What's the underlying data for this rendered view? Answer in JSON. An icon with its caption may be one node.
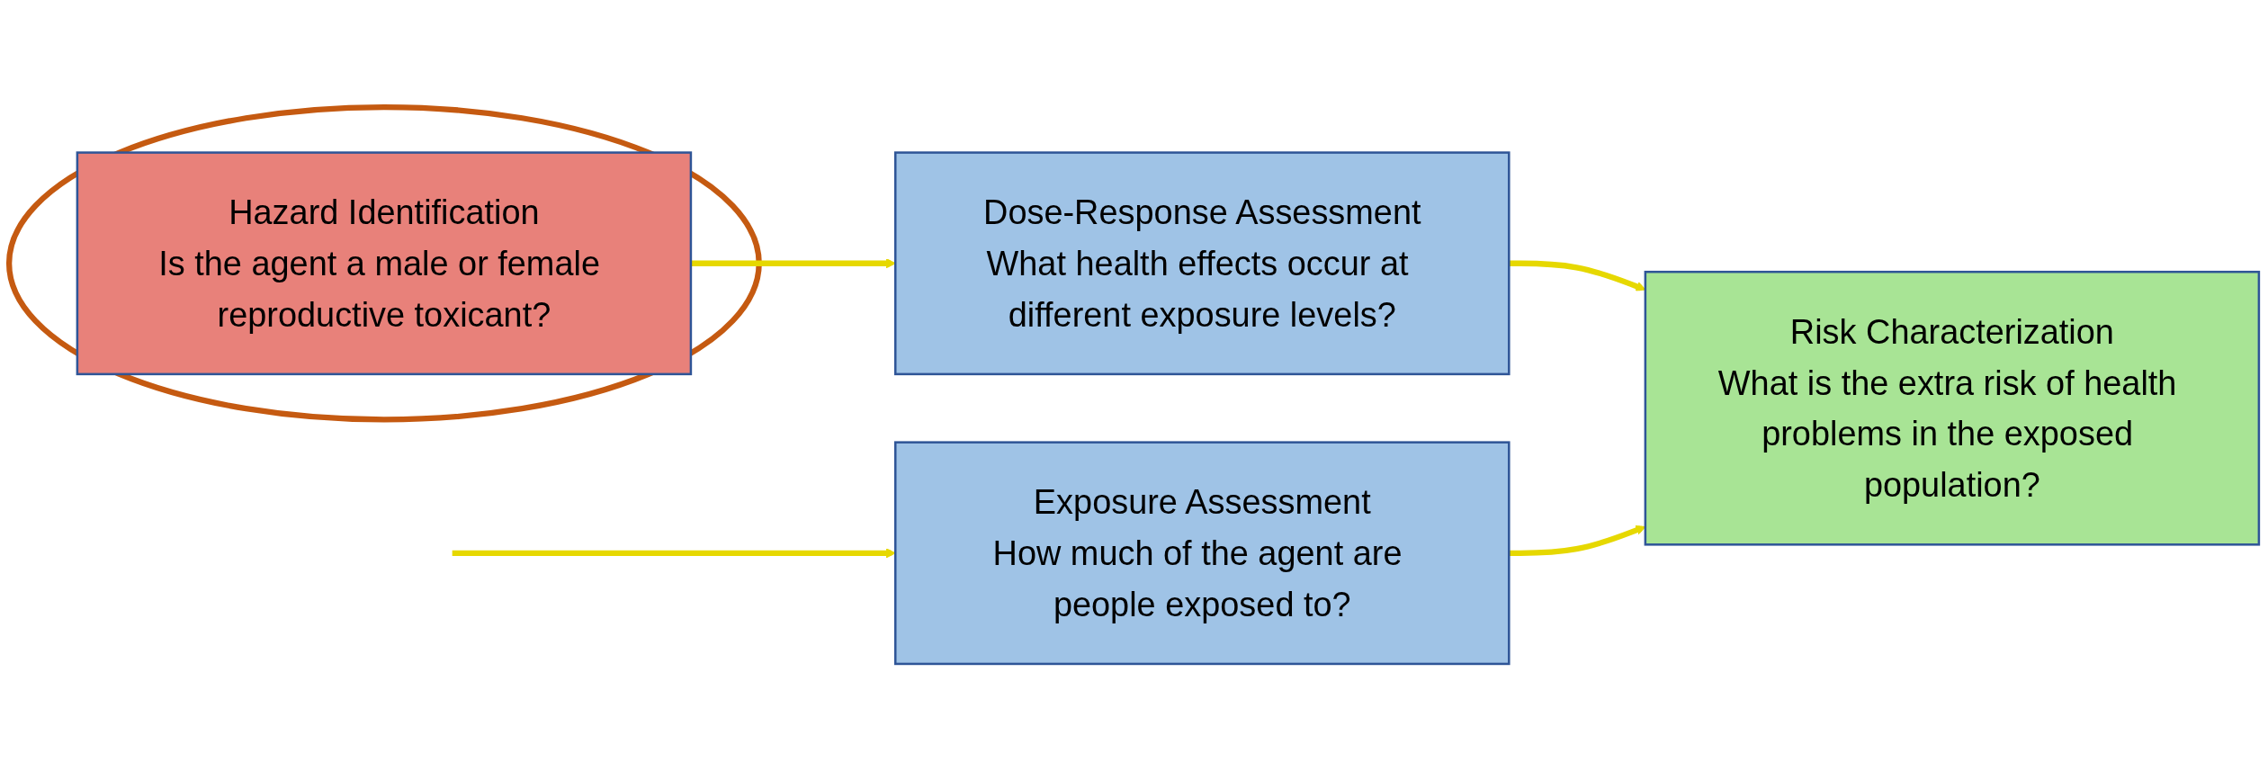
{
  "diagram": {
    "nodes": [
      {
        "text": [],
        "shape": "ellipse"
      },
      {
        "text": [
          "Hazard Identification",
          "Is the agent a male or female reproductive toxicant?"
        ],
        "in": 0
      },
      {
        "text": [
          "Dose-Response Assessment",
          "What health effects occur at different exposure levels?"
        ]
      },
      {
        "text": [
          "Exposure Assessment",
          "How much of the agent are people exposed to?"
        ]
      },
      {
        "text": [
          "Risk Characterization",
          "What is the extra risk of health problems in the exposed population?"
        ]
      }
    ],
    "edges": [
      {
        "from": 1,
        "to": 2,
        "arrow": "to"
      },
      {
        "from": null,
        "to": 3,
        "arrow": "to"
      },
      {
        "from": 2,
        "to": 4,
        "arrow": "to"
      },
      {
        "from": 3,
        "to": 4,
        "arrow": "to"
      }
    ]
  }
}
